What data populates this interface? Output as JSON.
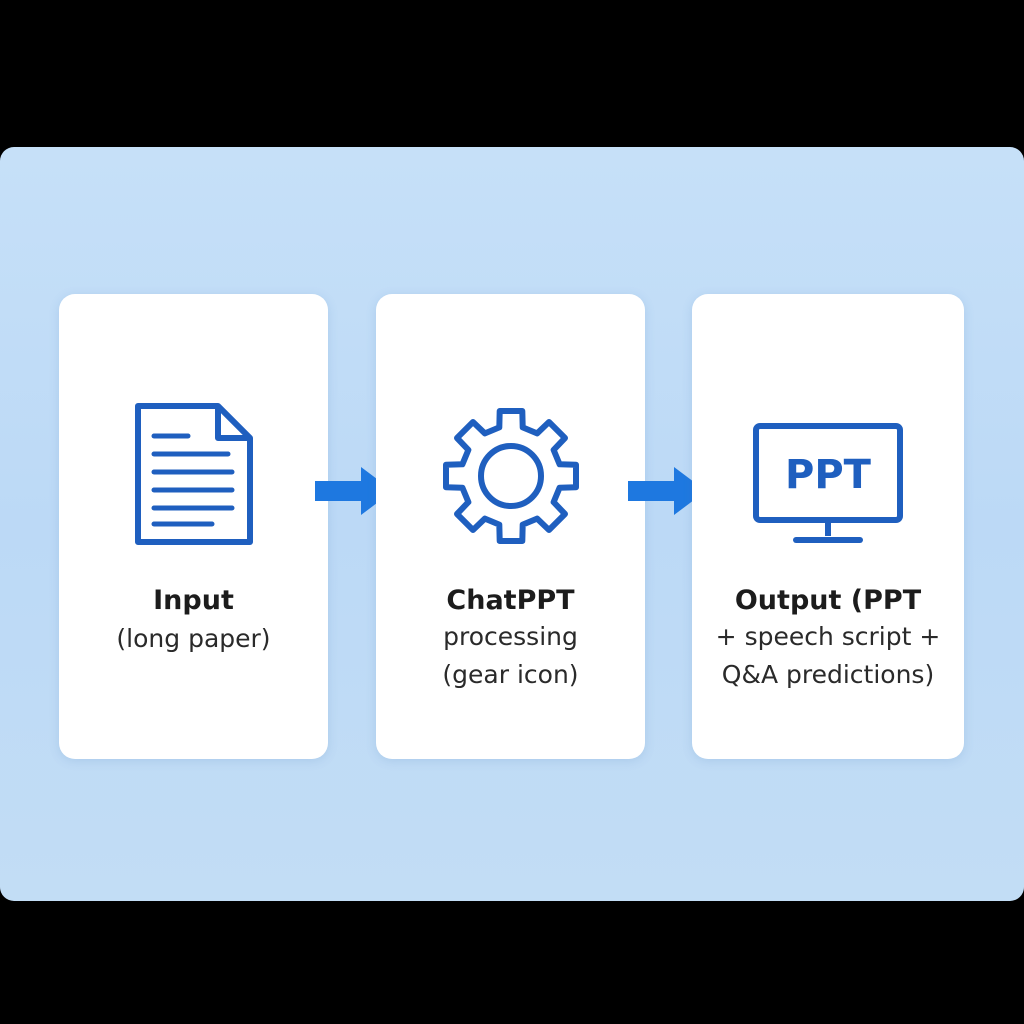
{
  "colors": {
    "accent": "#1f5fbf",
    "arrow": "#1e78e0",
    "panel": "#c0dcf7",
    "card": "#ffffff",
    "background": "#000000"
  },
  "steps": [
    {
      "icon": "document-icon",
      "title": "Input",
      "subtitle_lines": [
        "(long paper)"
      ]
    },
    {
      "icon": "gear-icon",
      "title": "ChatPPT",
      "subtitle_lines": [
        "processing",
        "(gear icon)"
      ]
    },
    {
      "icon": "monitor-icon",
      "icon_text": "PPT",
      "title": "Output (PPT",
      "subtitle_lines": [
        "+ speech script +",
        "Q&A predictions)"
      ]
    }
  ]
}
